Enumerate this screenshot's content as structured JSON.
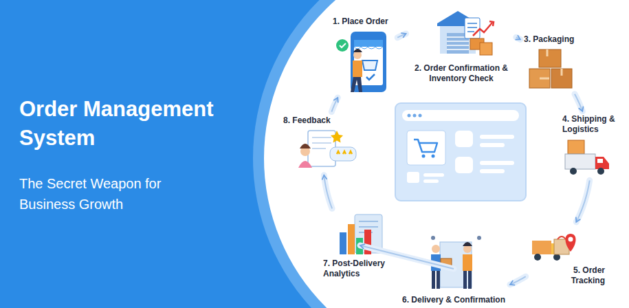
{
  "diagram": {
    "title": "Order Management System",
    "caption": "The Secret Weapon for Business Growth",
    "nodes": [
      {
        "text": [
          "1. Place Order"
        ]
      },
      {
        "text": [
          "2. Order Confirmation & Inventory Check"
        ]
      },
      {
        "text": [
          "3. Packaging"
        ]
      },
      {
        "text": [
          "4. Shipping & Logistics"
        ]
      },
      {
        "text": [
          "5. Order Tracking"
        ]
      },
      {
        "text": [
          "6. Delivery & Confirmation"
        ]
      },
      {
        "text": [
          "7. Post-Delivery Analytics"
        ]
      },
      {
        "text": [
          "8. Feedback"
        ]
      }
    ],
    "edges": [
      {
        "from": 0,
        "to": 1,
        "arrow": "to"
      },
      {
        "from": 1,
        "to": 2,
        "arrow": "to"
      },
      {
        "from": 2,
        "to": 3,
        "arrow": "to"
      },
      {
        "from": 3,
        "to": 4,
        "arrow": "to"
      },
      {
        "from": 4,
        "to": 5,
        "arrow": "to"
      },
      {
        "from": 5,
        "to": 6,
        "arrow": "to"
      },
      {
        "from": 6,
        "to": 7,
        "arrow": "to"
      },
      {
        "from": 7,
        "to": 0,
        "arrow": "to"
      }
    ]
  }
}
